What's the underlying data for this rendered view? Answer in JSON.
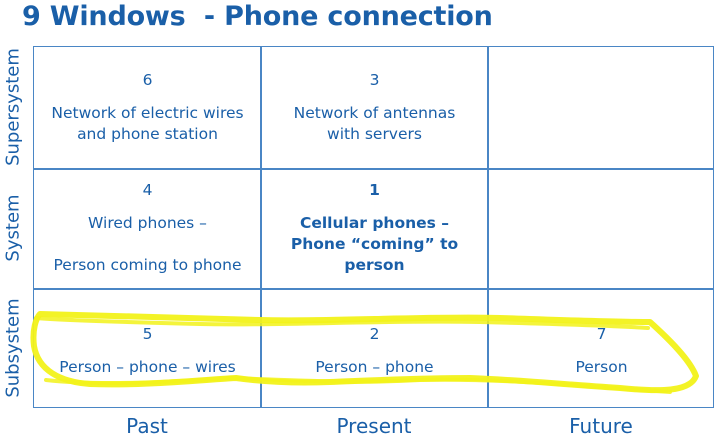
{
  "title": "9 Windows  - Phone connection",
  "row_labels": {
    "supersystem": "Supersystem",
    "system": "System",
    "subsystem": "Subsystem"
  },
  "column_labels": {
    "past": "Past",
    "present": "Present",
    "future": "Future"
  },
  "cells": {
    "supersystem_past": {
      "number": "6",
      "text": "Network of electric wires\nand phone station"
    },
    "supersystem_present": {
      "number": "3",
      "text": "Network of antennas\nwith servers"
    },
    "supersystem_future": {
      "number": "",
      "text": ""
    },
    "system_past": {
      "number": "4",
      "text": "Wired phones –\n\nPerson coming to phone"
    },
    "system_present": {
      "number": "1",
      "text": "Cellular phones –\nPhone “coming” to\nperson"
    },
    "system_future": {
      "number": "",
      "text": ""
    },
    "subsystem_past": {
      "number": "5",
      "text": "Person – phone – wires"
    },
    "subsystem_present": {
      "number": "2",
      "text": "Person – phone"
    },
    "subsystem_future": {
      "number": "7",
      "text": "Person"
    }
  },
  "colors": {
    "text": "#1a5fa8",
    "grid": "#4a86c5",
    "highlight": "#f2f21a"
  }
}
